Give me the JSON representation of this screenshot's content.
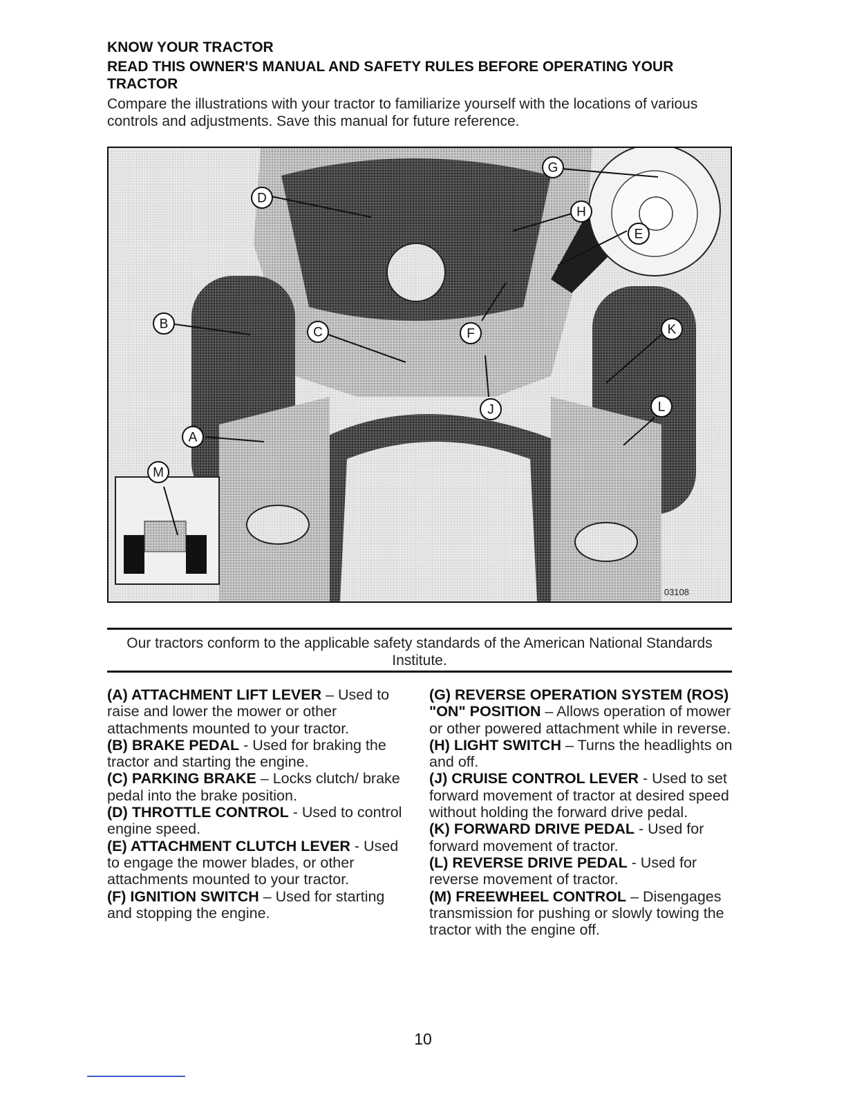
{
  "header": {
    "title": "KNOW YOUR TRACTOR",
    "subtitle": "READ THIS OWNER'S MANUAL AND SAFETY RULES BEFORE OPERATING YOUR TRACTOR",
    "intro": "Compare the illustrations with your tractor to familiarize yourself with the locations of various controls and adjustments.  Save this manual for future reference."
  },
  "figure": {
    "code": "03108",
    "callouts": [
      "A",
      "B",
      "C",
      "D",
      "E",
      "F",
      "G",
      "H",
      "J",
      "K",
      "L",
      "M"
    ]
  },
  "standards_note": "Our tractors conform to the applicable safety standards of the American National Standards Institute.",
  "controls_left": [
    {
      "term": "(A) ATTACHMENT LIFT LEVER",
      "desc": " – Used to raise and lower the mower or other attachments mounted to your tractor."
    },
    {
      "term": "(B) BRAKE PEDAL",
      "desc": " - Used for braking the tractor and starting the engine."
    },
    {
      "term": "(C) PARKING BRAKE",
      "desc": " – Locks clutch/ brake pedal into the brake position."
    },
    {
      "term": "(D) THROTTLE CONTROL",
      "desc": " -  Used to control engine speed."
    },
    {
      "term": "(E) ATTACHMENT CLUTCH LEVER",
      "desc": " - Used to engage the mower blades, or other attachments mounted to your tractor."
    },
    {
      "term": "(F) IGNITION SWITCH",
      "desc": " – Used for starting and stopping the engine."
    }
  ],
  "controls_right": [
    {
      "term": "(G) REVERSE OPERATION SYSTEM (ROS) \"ON\" POSITION",
      "desc": " – Allows operation of mower or other powered attachment while in reverse."
    },
    {
      "term": "(H) LIGHT SWITCH",
      "desc": " – Turns the headlights on and off."
    },
    {
      "term": "(J) CRUISE CONTROL LEVER",
      "desc": " - Used to set forward movement of tractor at desired speed without holding the forward drive pedal."
    },
    {
      "term": "(K) FORWARD DRIVE PEDAL",
      "desc": " -  Used for forward movement of tractor."
    },
    {
      "term": "(L) REVERSE DRIVE PEDAL",
      "desc": " -  Used for reverse movement of tractor."
    },
    {
      "term": "(M) FREEWHEEL CONTROL",
      "desc": " – Disengages transmission for pushing or slowly towing the tractor with the engine off."
    }
  ],
  "page_number": "10"
}
